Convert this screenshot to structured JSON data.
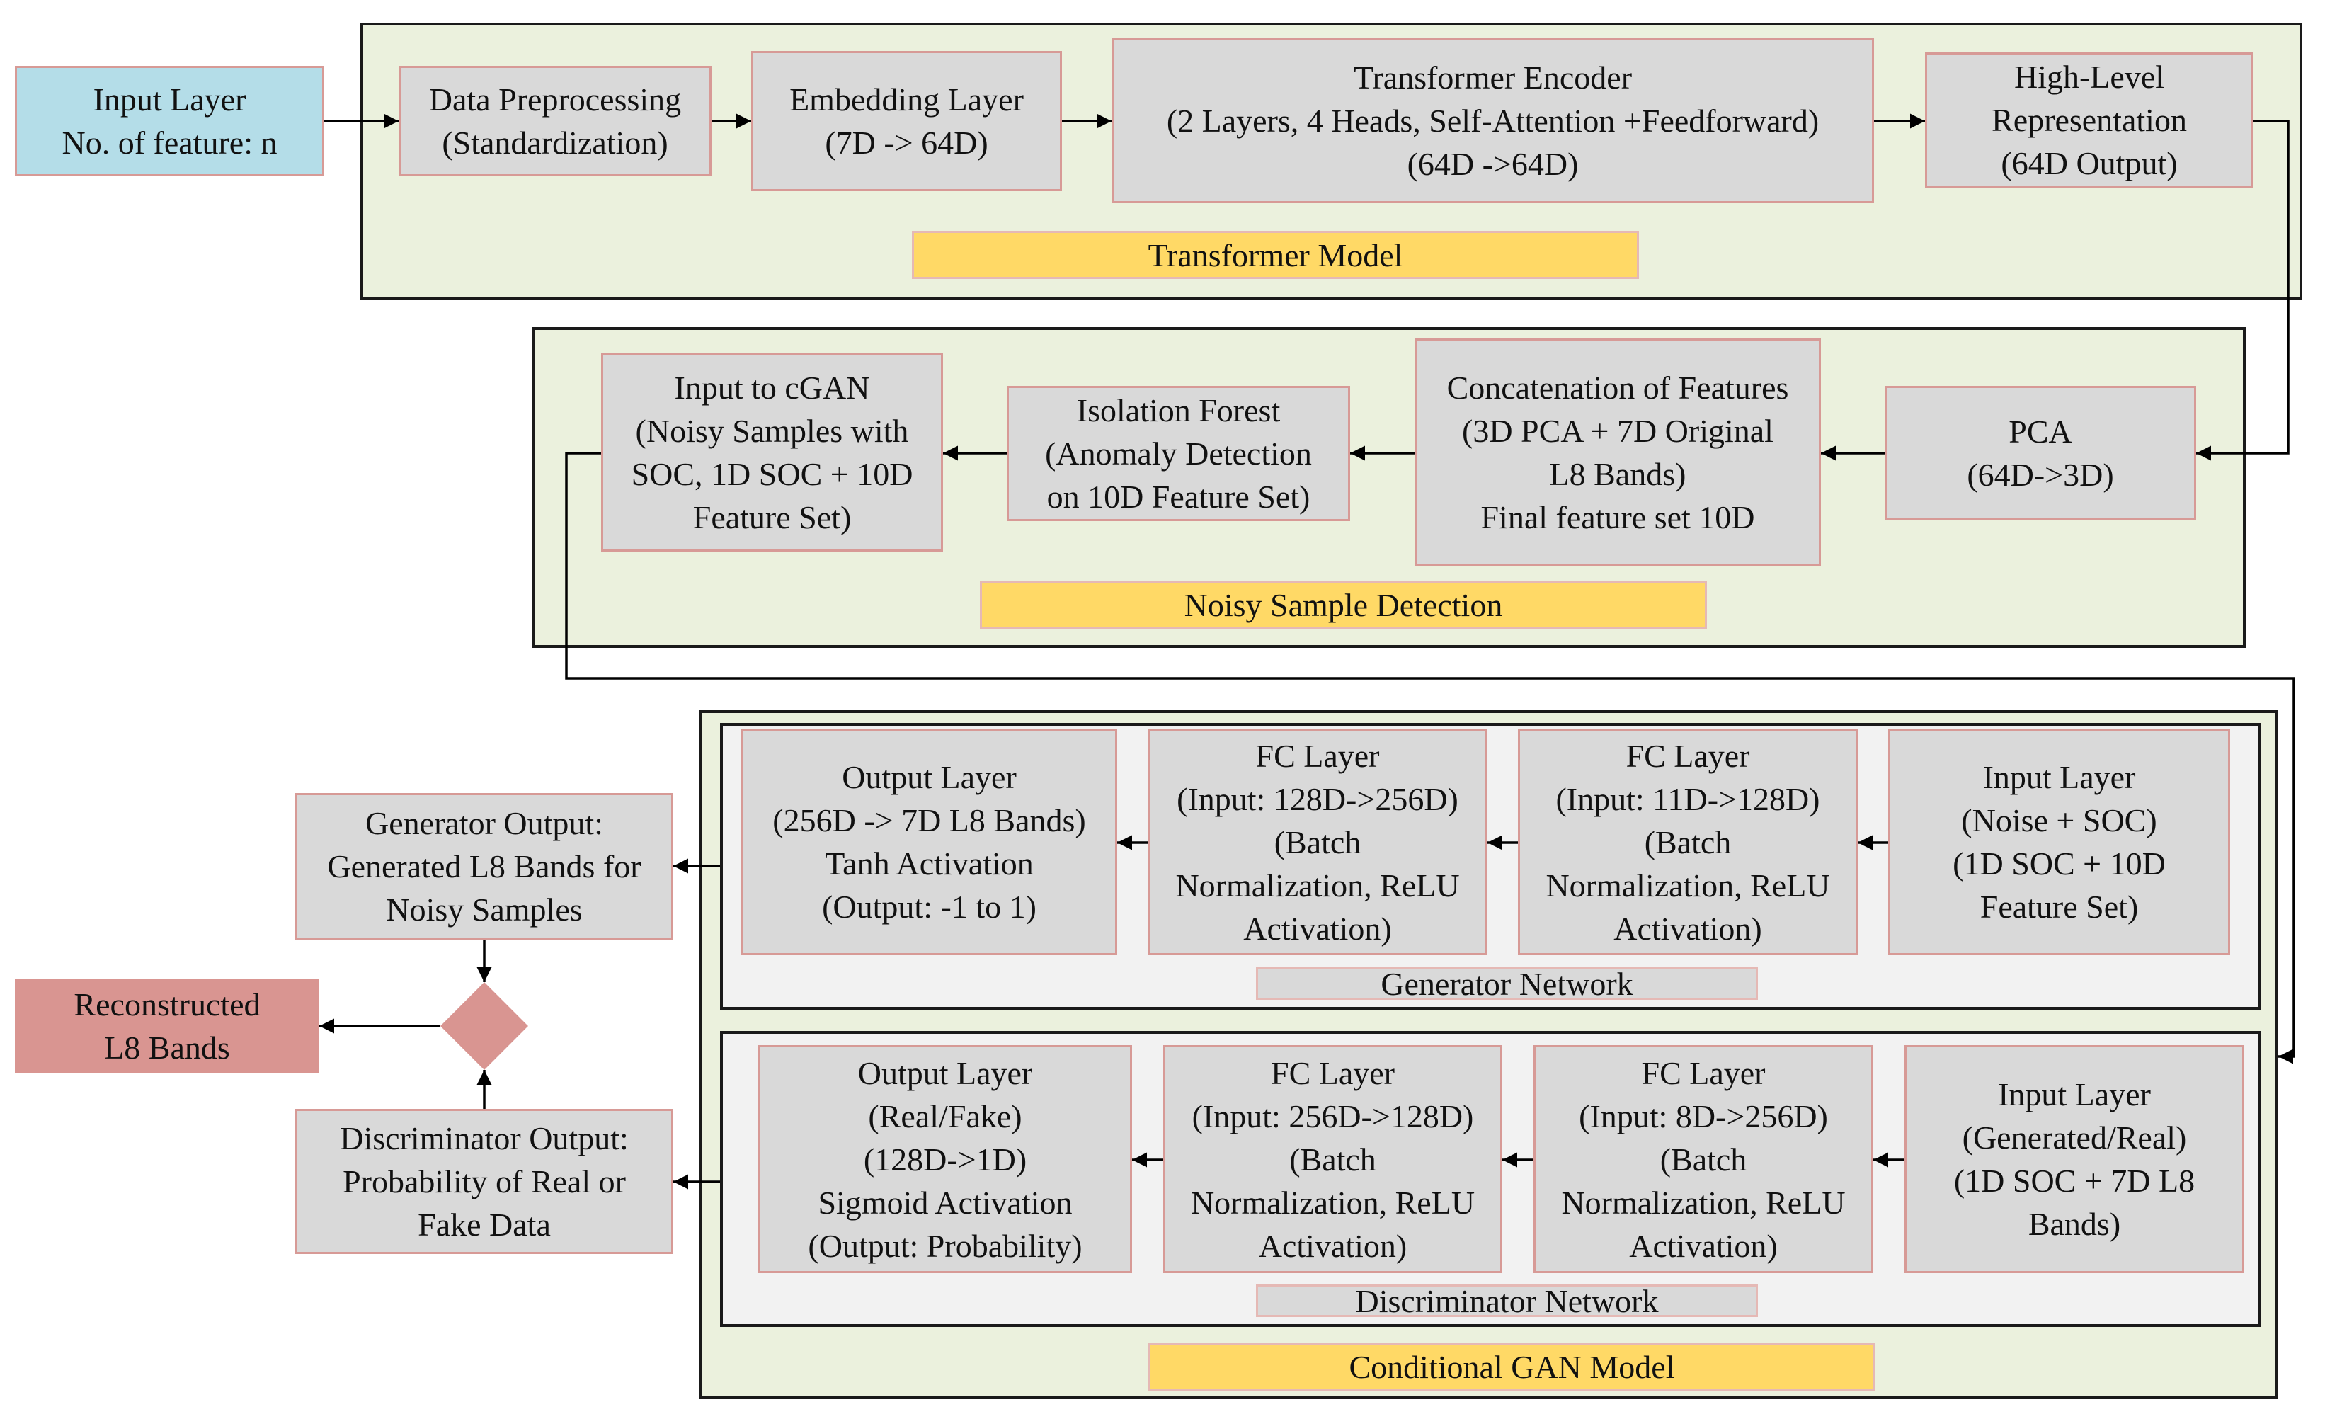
{
  "input_layer": {
    "lines": [
      "Input Layer",
      "No. of feature: n"
    ]
  },
  "transformer": {
    "title": "Transformer Model",
    "data_preprocessing": [
      "Data Preprocessing",
      "(Standardization)"
    ],
    "embedding_layer": [
      "Embedding Layer",
      "(7D -> 64D)"
    ],
    "transformer_encoder": [
      "Transformer Encoder",
      "(2 Layers, 4 Heads, Self-Attention +Feedforward)",
      "(64D ->64D)"
    ],
    "high_level_representation": [
      "High-Level",
      "Representation",
      "(64D Output)"
    ]
  },
  "noisy_detection": {
    "title": "Noisy Sample Detection",
    "pca": [
      "PCA",
      "(64D->3D)"
    ],
    "concatenation": [
      "Concatenation of Features",
      "(3D PCA + 7D Original",
      "L8 Bands)",
      "Final feature set 10D"
    ],
    "isolation_forest": [
      "Isolation Forest",
      "(Anomaly Detection",
      "on 10D Feature Set)"
    ],
    "input_to_cgan": [
      "Input to cGAN",
      "(Noisy Samples with",
      "SOC, 1D SOC + 10D",
      "Feature Set)"
    ]
  },
  "cgan": {
    "title": "Conditional GAN Model",
    "generator": {
      "title": "Generator Network",
      "input_layer": [
        "Input Layer",
        "(Noise + SOC)",
        "(1D SOC + 10D",
        "Feature Set)"
      ],
      "fc1": [
        "FC Layer",
        "(Input: 11D->128D)",
        "(Batch",
        "Normalization, ReLU",
        "Activation)"
      ],
      "fc2": [
        "FC Layer",
        "(Input: 128D->256D)",
        "(Batch",
        "Normalization, ReLU",
        "Activation)"
      ],
      "output_layer": [
        "Output Layer",
        "(256D -> 7D L8 Bands)",
        "Tanh Activation",
        "(Output: -1 to 1)"
      ]
    },
    "discriminator": {
      "title": "Discriminator Network",
      "input_layer": [
        "Input Layer",
        "(Generated/Real)",
        "(1D SOC + 7D L8",
        "Bands)"
      ],
      "fc1": [
        "FC Layer",
        "(Input: 8D->256D)",
        "(Batch",
        "Normalization, ReLU",
        "Activation)"
      ],
      "fc2": [
        "FC Layer",
        "(Input: 256D->128D)",
        "(Batch",
        "Normalization, ReLU",
        "Activation)"
      ],
      "output_layer": [
        "Output Layer",
        "(Real/Fake)",
        "(128D->1D)",
        "Sigmoid Activation",
        "(Output: Probability)"
      ]
    }
  },
  "generator_output": [
    "Generator Output:",
    "Generated L8 Bands for",
    "Noisy Samples"
  ],
  "discriminator_output": [
    "Discriminator Output:",
    "Probability of Real or",
    "Fake Data"
  ],
  "reconstructed": [
    "Reconstructed",
    "L8 Bands"
  ],
  "colors": {
    "panel_fill": "#ebf1dd",
    "sub_panel_fill": "#f2f2f2",
    "box_fill": "#d9d9d9",
    "box_border": "#d79a96",
    "input_fill": "#b4dde8",
    "label_fill": "#ffd966",
    "output_fill": "#d99591",
    "decision_fill": "#d99591"
  }
}
